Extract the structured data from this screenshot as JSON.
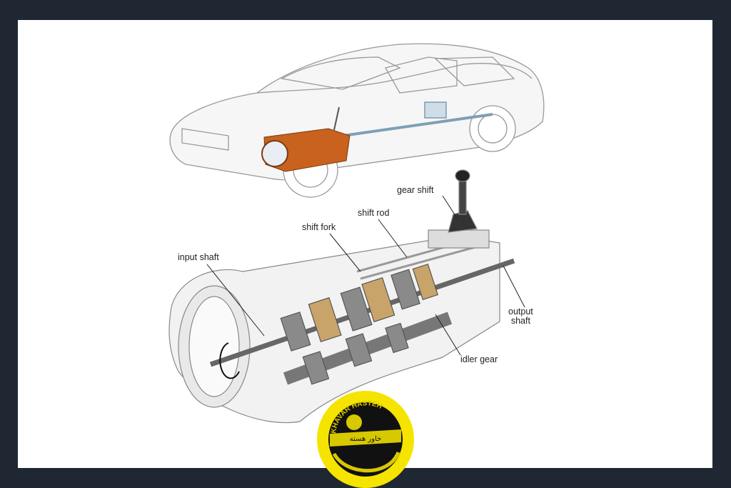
{
  "labels": {
    "gear_shift": "gear shift",
    "shift_rod": "shift rod",
    "shift_fork": "shift fork",
    "input_shaft": "input shaft",
    "output_shaft_line1": "output",
    "output_shaft_line2": "shaft",
    "idler_gear": "idler gear"
  },
  "logo": {
    "latin_text": "KHAVAR HASTEH",
    "persian_text": "خاور هسته"
  },
  "colors": {
    "background": "#1f2733",
    "logo_yellow": "#f5e400",
    "transmission_orange": "#c8621e"
  }
}
